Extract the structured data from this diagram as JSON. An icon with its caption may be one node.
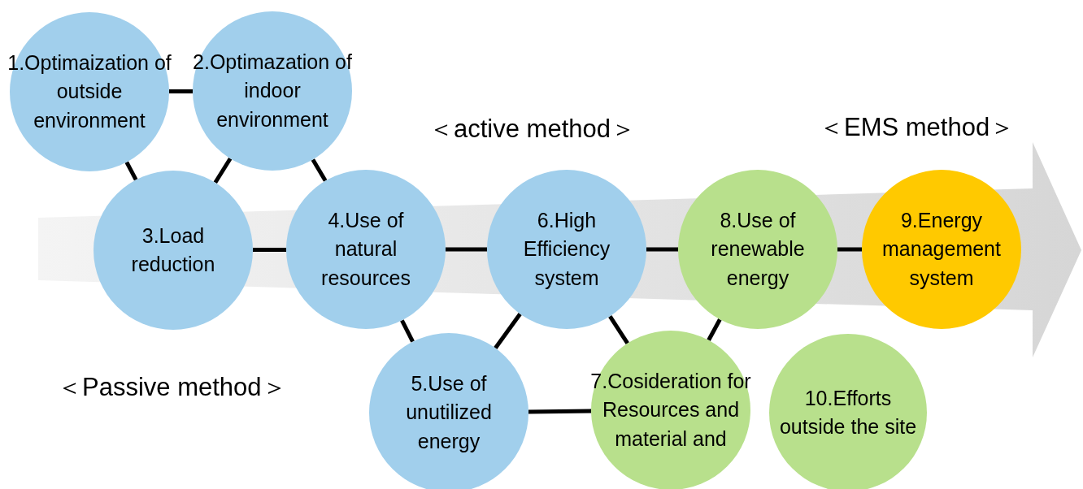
{
  "diagram": {
    "nodes": [
      {
        "text": [
          "1.Optimaization of outside environment"
        ]
      },
      {
        "text": [
          "2.Optimazation of indoor environment"
        ]
      },
      {
        "text": [
          "3.Load reduction"
        ]
      },
      {
        "text": [
          "4.Use of natural resources"
        ]
      },
      {
        "text": [
          "5.Use of unutilized energy"
        ]
      },
      {
        "text": [
          "6.High Efficiency system"
        ]
      },
      {
        "text": [
          "7.Cosideration for Resources and material and"
        ]
      },
      {
        "text": [
          "8.Use of renewable energy"
        ]
      },
      {
        "text": [
          "9.Energy management system"
        ]
      },
      {
        "text": [
          "10.Efforts outside the site"
        ]
      }
    ],
    "edges": [
      {
        "from": 0,
        "to": 1,
        "arrow": "none"
      },
      {
        "from": 0,
        "to": 2,
        "arrow": "none"
      },
      {
        "from": 1,
        "to": 2,
        "arrow": "none"
      },
      {
        "from": 1,
        "to": 3,
        "arrow": "none"
      },
      {
        "from": 2,
        "to": 3,
        "arrow": "none"
      },
      {
        "from": 3,
        "to": 4,
        "arrow": "none"
      },
      {
        "from": 3,
        "to": 5,
        "arrow": "none"
      },
      {
        "from": 4,
        "to": 5,
        "arrow": "none"
      },
      {
        "from": 4,
        "to": 6,
        "arrow": "none"
      },
      {
        "from": 5,
        "to": 6,
        "arrow": "none"
      },
      {
        "from": 5,
        "to": 7,
        "arrow": "none"
      },
      {
        "from": 6,
        "to": 7,
        "arrow": "none"
      },
      {
        "from": 7,
        "to": 8,
        "arrow": "none"
      }
    ],
    "labels": [
      "＜active method＞",
      "＜EMS method＞",
      "＜Passive method＞"
    ]
  }
}
